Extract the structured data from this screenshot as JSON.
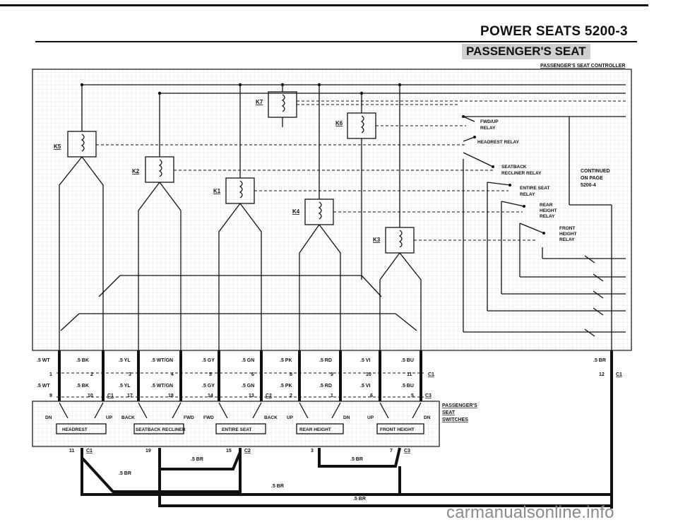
{
  "header": {
    "title": "POWER SEATS   5200-3",
    "subtitle": "PASSENGER'S SEAT"
  },
  "controller_label": "PASSENGER'S SEAT CONTROLLER",
  "continued": [
    "CONTINUED",
    "ON PAGE",
    "5200-4"
  ],
  "relays": {
    "k7": "K7",
    "k6": "K6",
    "k5": "K5",
    "k2": "K2",
    "k1": "K1",
    "k4": "K4",
    "k3": "K3"
  },
  "relay_names": {
    "fwd_up": [
      "FWD/UP",
      "RELAY"
    ],
    "headrest": [
      "HEADREST RELAY"
    ],
    "seatback": [
      "SEATBACK",
      "RECLINER RELAY"
    ],
    "entire": [
      "ENTIRE SEAT",
      "RELAY"
    ],
    "rear": [
      "REAR",
      "HEIGHT",
      "RELAY"
    ],
    "front": [
      "FRONT",
      "HEIGHT",
      "RELAY"
    ]
  },
  "wires_top": [
    ".5 WT",
    ".5 BK",
    ".5 YL",
    ".5 WT/GN",
    ".5 GY",
    ".5 GN",
    ".5 PK",
    ".5 RD",
    ".5 VI",
    ".5 BU",
    ".5 BR"
  ],
  "pins_upper": [
    "1",
    "2",
    "3",
    "4",
    "5",
    "6",
    "8",
    "9",
    "10",
    "11",
    "12"
  ],
  "wires_mid": [
    ".5 WT",
    ".5 BK",
    ".5 YL",
    ".5 WT/GN",
    ".5 GY",
    ".5 GN",
    ".5 PK",
    ".5 RD",
    ".5 VI",
    ".5 BU"
  ],
  "pins_lower": [
    "9",
    "10",
    "17",
    "18",
    "14",
    "13",
    "2",
    "1",
    "6",
    "5"
  ],
  "connectors": {
    "c1": "C1",
    "c2": "C2",
    "c3": "C3"
  },
  "switches_label": [
    "PASSENGER'S",
    "SEAT",
    "SWITCHES"
  ],
  "switch_dirs": [
    "DN",
    "UP",
    "BACK",
    "FWD",
    "FWD",
    "BACK",
    "UP",
    "DN",
    "UP",
    "DN"
  ],
  "switch_groups": [
    "HEADREST",
    "SEATBACK RECLINER",
    "ENTIRE SEAT",
    "REAR HEIGHT",
    "FRONT HEIGHT"
  ],
  "pins_bottom": [
    "11",
    "19",
    "15",
    "3",
    "7"
  ],
  "ground_wires": [
    ".5 BR",
    ".5 BR",
    ".5 BR",
    ".5 BR",
    ".5 BR"
  ],
  "watermark": "carmanualsonline.info"
}
